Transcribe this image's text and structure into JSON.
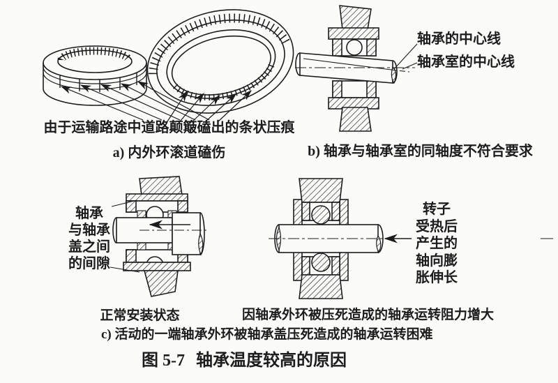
{
  "colors": {
    "ink": "#1c1c1c",
    "paper": "#fbfbfa"
  },
  "panel_a": {
    "annotation": "由于运输路途中道路颠簸磕出的条状压痕",
    "caption": "a) 内外环滚道磕伤"
  },
  "panel_b": {
    "centerline_labels": [
      "轴承的中心线",
      "轴承室的中心线"
    ],
    "caption": "b) 轴承与轴承室的同轴度不符合要求"
  },
  "panel_c": {
    "clearance_label_lines": [
      "轴承",
      "与轴承",
      "盖之间",
      "的间隙"
    ],
    "normal_caption": "正常安装状态",
    "expansion_label_lines": [
      "转子",
      "受热后",
      "产生的",
      "轴向膨",
      "胀伸长"
    ],
    "jammed_caption": "因轴承外环被压死造成的轴承运转阻力增大",
    "caption": "c) 活动的一端轴承外环被轴承盖压死造成的轴承运转困难"
  },
  "figure_caption": {
    "number": "图 5-7",
    "title": "轴承温度较高的原因"
  }
}
